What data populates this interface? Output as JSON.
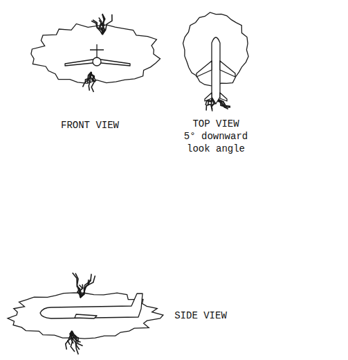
{
  "diagram": {
    "labels": [
      "FRONT VIEW",
      "TOP VIEW",
      "5° downward look angle",
      "SIDE VIEW"
    ]
  }
}
